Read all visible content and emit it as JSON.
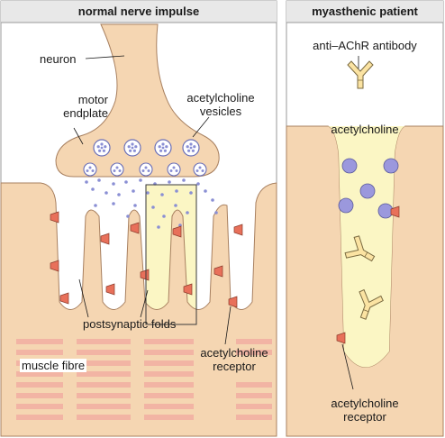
{
  "panels": {
    "left": {
      "title": "normal nerve impulse"
    },
    "right": {
      "title": "myasthenic patient"
    }
  },
  "labels": {
    "neuron": "neuron",
    "motor_endplate": [
      "motor",
      "endplate"
    ],
    "ach_vesicles": [
      "acetylcholine",
      "vesicles"
    ],
    "postsynaptic_folds": "postsynaptic folds",
    "muscle_fibre": "muscle fibre",
    "ach_receptor_left": [
      "acetylcholine",
      "receptor"
    ],
    "antibody": "anti–AChR antibody",
    "acetylcholine": "acetylcholine",
    "ach_receptor_right": [
      "acetylcholine",
      "receptor"
    ]
  },
  "colors": {
    "tissue": "#f5d6b2",
    "synapse_zone": "#fbf6c4",
    "muscle_stripe": "#f2b4a4",
    "receptor": "#e8705a",
    "vesicle_dot": "#8a8fd4",
    "ach_molecule": "#9b98dd",
    "header_bg": "#e8e8e8"
  }
}
